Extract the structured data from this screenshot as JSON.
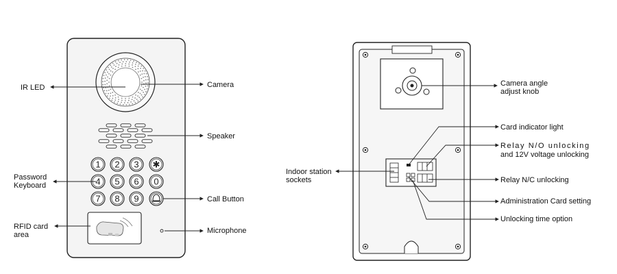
{
  "front_panel": {
    "labels": {
      "ir_led": "IR LED",
      "camera": "Camera",
      "speaker": "Speaker",
      "password_keyboard": "Password\nKeyboard",
      "call_button": "Call Button",
      "rfid_card_area": "RFID card\n area",
      "microphone": "Microphone"
    },
    "keypad_keys": [
      "1",
      "2",
      "3",
      "✱",
      "4",
      "5",
      "6",
      "0",
      "7",
      "8",
      "9",
      "bell"
    ]
  },
  "back_panel": {
    "labels": {
      "camera_angle_knob": "Camera angle\nadjust knob",
      "card_indicator_light": "Card indicator light",
      "relay_no_line1": "Relay N/O unlocking",
      "relay_no_line2": "and 12V voltage unlocking",
      "indoor_station_sockets": "Indoor station\nsockets",
      "relay_nc": "Relay N/C unlocking",
      "admin_card_setting": "Administration Card setting",
      "unlocking_time_option": "Unlocking time option"
    }
  },
  "colors": {
    "line": "#222222",
    "panel_fill": "#f4f4f4",
    "background": "#ffffff"
  }
}
